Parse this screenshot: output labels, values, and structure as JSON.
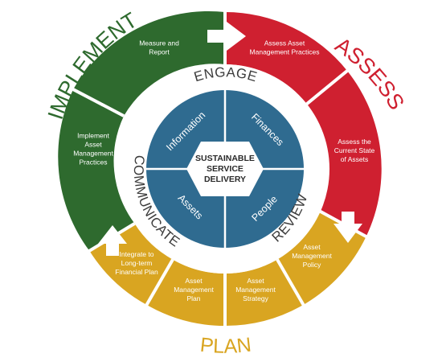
{
  "outer_labels": {
    "implement": "IMPLEMENT",
    "assess": "ASSESS",
    "plan": "PLAN"
  },
  "ring_labels": {
    "engage": "ENGAGE",
    "communicate": "COMMUNICATE",
    "review": "REVIEW"
  },
  "segments": {
    "measure_report": [
      "Measure and",
      "Report"
    ],
    "assess_practices": [
      "Assess Asset",
      "Management Practices"
    ],
    "current_state": [
      "Assess the",
      "Current State",
      "of Assets"
    ],
    "policy": [
      "Asset",
      "Management",
      "Policy"
    ],
    "strategy": [
      "Asset",
      "Management",
      "Strategy"
    ],
    "plan": [
      "Asset",
      "Management",
      "Plan"
    ],
    "financial_plan": [
      "Integrate to",
      "Long-term",
      "Financial Plan"
    ],
    "implement_practices": [
      "Implement",
      "Asset",
      "Management",
      "Practices"
    ]
  },
  "quadrants": {
    "information": "Information",
    "finances": "Finances",
    "assets": "Assets",
    "people": "People"
  },
  "center": [
    "SUSTAINABLE",
    "SERVICE",
    "DELIVERY"
  ],
  "colors": {
    "green": "#2e6a2e",
    "red": "#cf2030",
    "gold": "#d9a521",
    "blue": "#2f6b90"
  }
}
